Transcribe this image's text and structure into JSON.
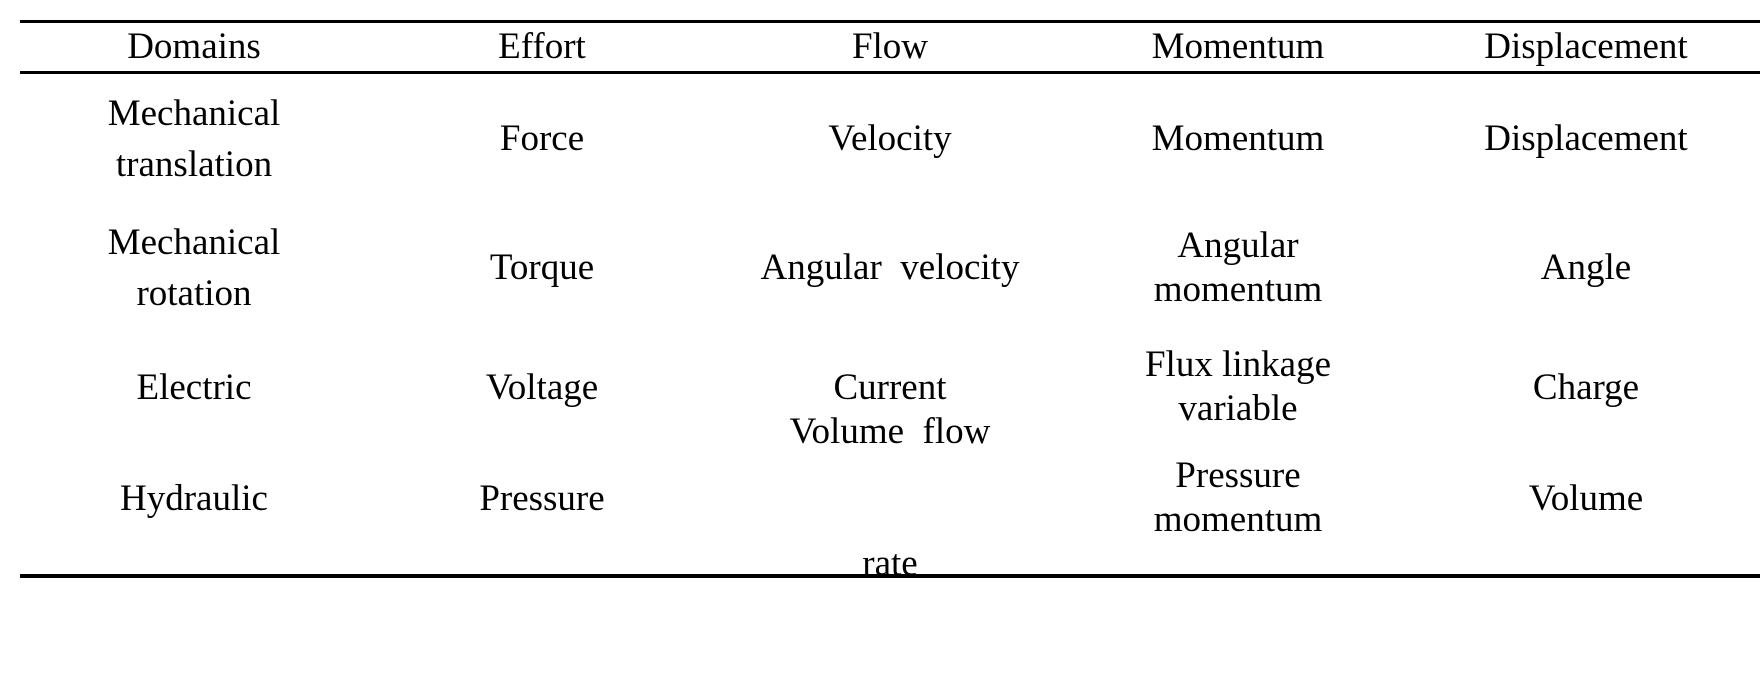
{
  "table": {
    "headers": [
      "Domains",
      "Effort",
      "Flow",
      "Momentum",
      "Displacement"
    ],
    "rows": [
      {
        "domain": [
          "Mechanical",
          "translation"
        ],
        "effort": "Force",
        "flow": "Velocity",
        "momentum": [
          "Momentum"
        ],
        "displacement": "Displacement"
      },
      {
        "domain": [
          "Mechanical",
          "rotation"
        ],
        "effort": "Torque",
        "flow": "Angular  velocity",
        "momentum": [
          "Angular",
          "momentum"
        ],
        "displacement": "Angle"
      },
      {
        "domain": [
          "Electric"
        ],
        "effort": "Voltage",
        "flow": "Current",
        "momentum": [
          "Flux linkage",
          "variable"
        ],
        "displacement": "Charge"
      },
      {
        "domain": [
          "Hydraulic"
        ],
        "effort": "Pressure",
        "flow": [
          "Volume  flow",
          "rate"
        ],
        "momentum": [
          "Pressure",
          "momentum"
        ],
        "displacement": "Volume"
      }
    ]
  }
}
